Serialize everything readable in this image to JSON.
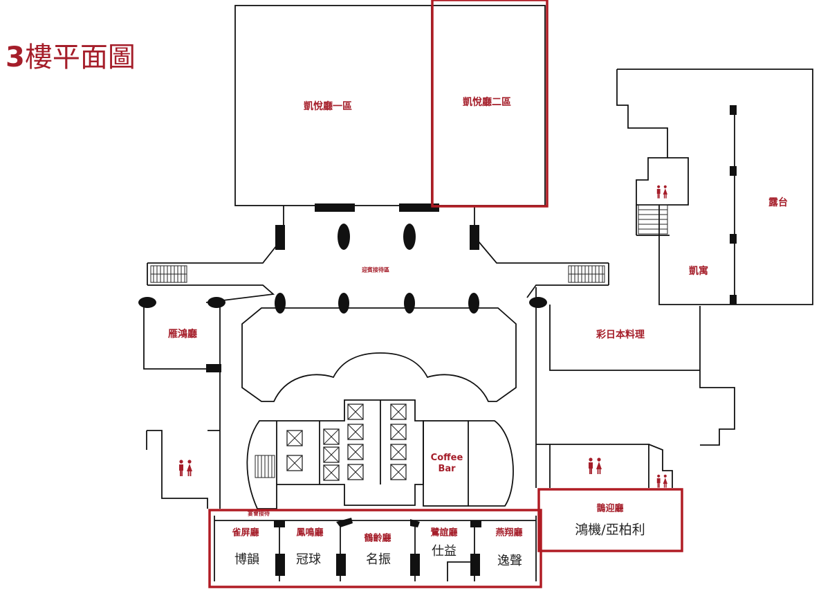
{
  "page": {
    "floor_number": "3",
    "title_text": "樓平面圖"
  },
  "colors": {
    "accent": "#a51e2a",
    "highlight": "#b01c24",
    "walls": "#111111"
  },
  "rooms": {
    "kaiyue_1": "凱悅廳一區",
    "kaiyue_2": "凱悅廳二區",
    "terrace": "露台",
    "kaiyu": "凱寓",
    "vip_lobby": "迎賓接待區",
    "yanhong": "雁鴻廳",
    "cai_japanese": "彩日本料理",
    "coffee_bar_1": "Coffee",
    "coffee_bar_2": "Bar",
    "reception": "宴會接待",
    "queping": "雀屏廳",
    "fengming": "鳳鳴廳",
    "heling": "鶴齡廳",
    "luyi": "鷺誼廳",
    "yanxiang": "燕翔廳",
    "queying": "鵲迎廳"
  },
  "subrooms": {
    "boyun": "博韻",
    "guanqiu": "冠球",
    "mingzhen": "名振",
    "shiyi": "仕益",
    "yisheng": "逸聲",
    "hongji_yabolli": "鴻機/亞柏利"
  },
  "icons": {
    "restroom": "restroom-icon",
    "elevator": "elevator-icon",
    "escalator": "escalator-icon",
    "staircase": "staircase-icon",
    "pillar": "pillar-icon"
  }
}
